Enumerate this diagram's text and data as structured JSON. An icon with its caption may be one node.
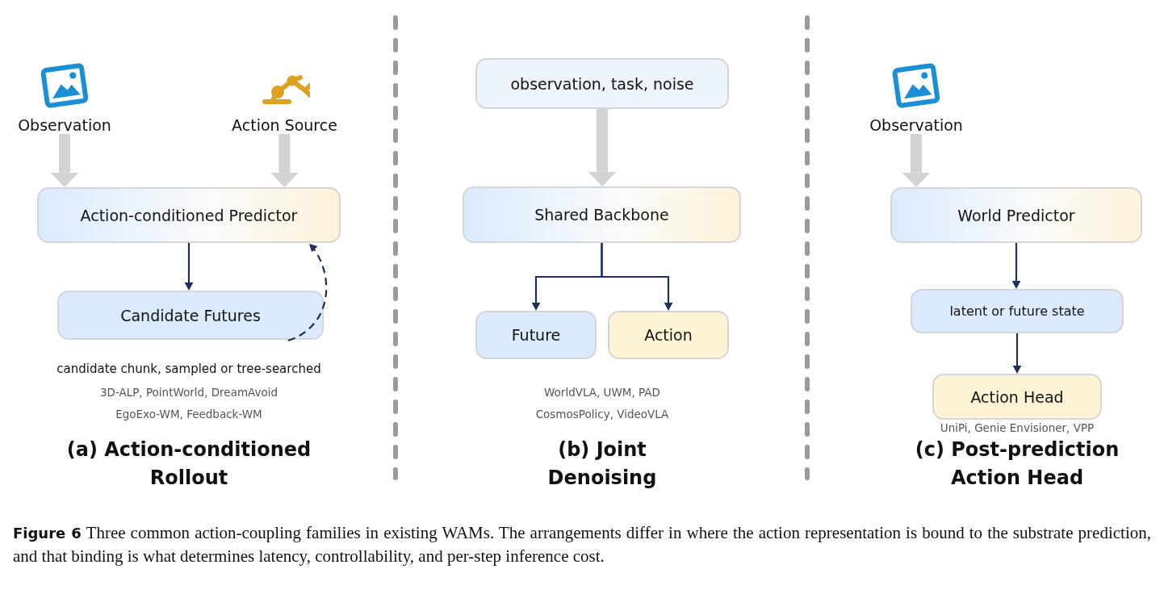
{
  "diagram": {
    "caption": "**Figure 6** Three common action-coupling families in existing WAMs. The arrangements differ in where the action representation is bound to the substrate prediction, and that binding is what determines latency, controllability, and per-step inference cost.",
    "nodes": [
      {
        "text": [
          "Observation"
        ]
      },
      {
        "text": [
          "Action Source"
        ]
      },
      {
        "text": [
          "Action-conditioned Predictor"
        ]
      },
      {
        "text": [
          "Candidate Futures"
        ]
      },
      {
        "text": [
          "observation, task, noise"
        ]
      },
      {
        "text": [
          "Shared Backbone"
        ]
      },
      {
        "text": [
          "Future"
        ]
      },
      {
        "text": [
          "Action"
        ]
      },
      {
        "text": [
          "Observation"
        ]
      },
      {
        "text": [
          "World Predictor"
        ]
      },
      {
        "text": [
          "latent or future state"
        ]
      },
      {
        "text": [
          "Action Head"
        ]
      }
    ],
    "edges": [
      {
        "from": 0,
        "to": 2,
        "arrow": "to",
        "style": "thick",
        "color": "#d3d3d3"
      },
      {
        "from": 1,
        "to": 2,
        "arrow": "to",
        "style": "thick",
        "color": "#d3d3d3"
      },
      {
        "from": 2,
        "to": 3,
        "arrow": "to"
      },
      {
        "from": 3,
        "to": 2,
        "arrow": "to",
        "style": "dashed"
      },
      {
        "from": 4,
        "to": 5,
        "arrow": "to",
        "style": "thick",
        "color": "#d3d3d3"
      },
      {
        "from": 5,
        "to": 6,
        "arrow": "to"
      },
      {
        "from": 5,
        "to": 7,
        "arrow": "to"
      },
      {
        "from": 8,
        "to": 9,
        "arrow": "to",
        "style": "thick",
        "color": "#d3d3d3"
      },
      {
        "from": 9,
        "to": 10,
        "arrow": "to"
      },
      {
        "from": 10,
        "to": 11,
        "arrow": "to"
      }
    ],
    "labels": [
      "candidate chunk, sampled or tree-searched",
      "3D-ALP, PointWorld, DreamAvoid",
      "EgoExo-WM, Feedback-WM",
      "(a) Action-conditioned Rollout",
      "WorldVLA, UWM, PAD",
      "CosmosPolicy, VideoVLA",
      "(b) Joint Denoising",
      "UniPi, Genie Envisioner, VPP",
      "(c) Post-prediction Action Head"
    ]
  }
}
